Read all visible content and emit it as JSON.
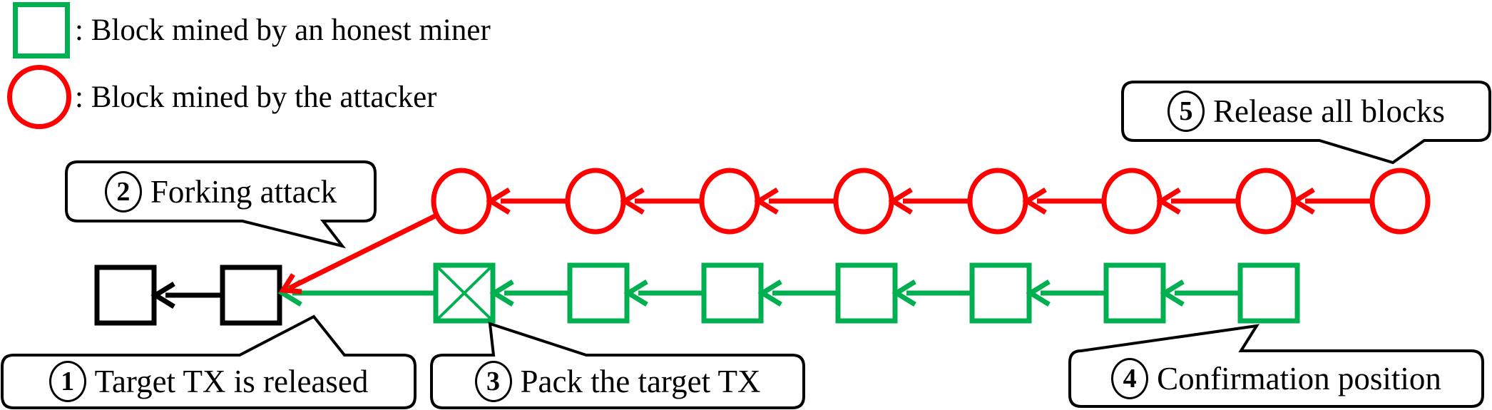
{
  "legend": {
    "items": [
      {
        "symbol": "honest-block",
        "shape": "square",
        "color": "#00B050",
        "label": ": Block mined by an honest miner"
      },
      {
        "symbol": "attacker-block",
        "shape": "circle",
        "color": "#FF0000",
        "label": ": Block mined by the attacker"
      }
    ]
  },
  "callouts": [
    {
      "number": "1",
      "label": "Target TX is released",
      "points_to": "block that receives the target TX release point"
    },
    {
      "number": "2",
      "label": "Forking attack",
      "points_to": "red fork branch line"
    },
    {
      "number": "3",
      "label": "Pack the target TX",
      "points_to": "crossed honest block"
    },
    {
      "number": "4",
      "label": "Confirmation position",
      "points_to": "last honest block"
    },
    {
      "number": "5",
      "label": "Release all blocks",
      "points_to": "last attacker block"
    }
  ],
  "chains": {
    "pre_fork_blocks": 2,
    "honest_blocks": 7,
    "attacker_blocks": 8,
    "target_tx_block_index": 1,
    "arrow_direction": "each block points to its predecessor (left)"
  },
  "colors": {
    "honest": "#00B050",
    "attacker": "#FF0000",
    "pre_fork": "#000000",
    "callout_border": "#000000",
    "background": "#FFFFFF"
  }
}
